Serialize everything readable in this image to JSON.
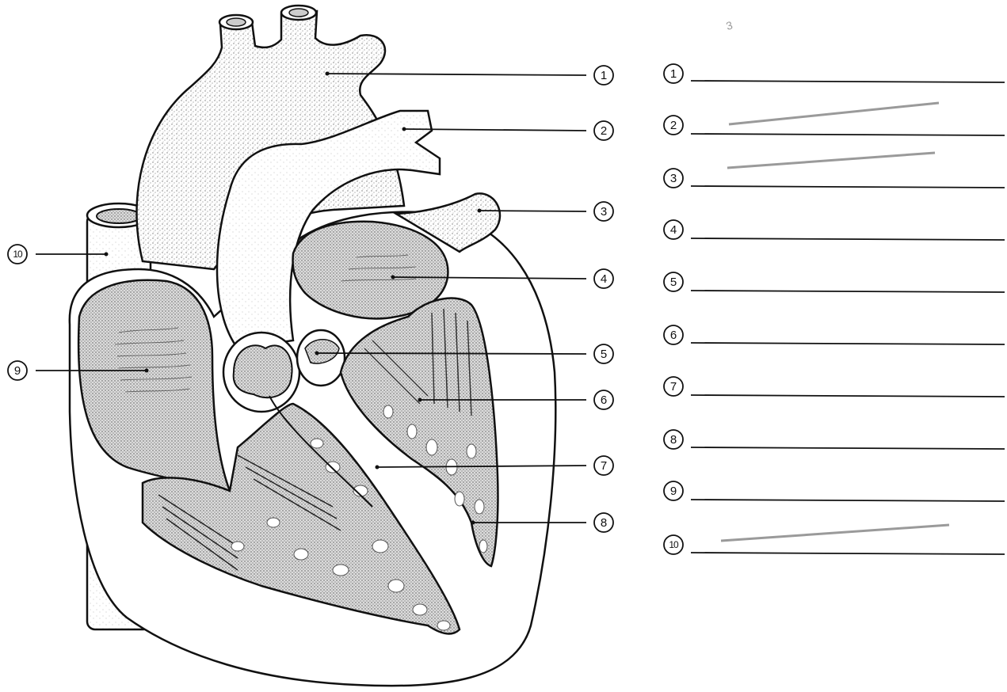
{
  "diagram": {
    "callouts": [
      {
        "number": "1"
      },
      {
        "number": "2"
      },
      {
        "number": "3"
      },
      {
        "number": "4"
      },
      {
        "number": "5"
      },
      {
        "number": "6"
      },
      {
        "number": "7"
      },
      {
        "number": "8"
      },
      {
        "number": "9"
      },
      {
        "number": "10"
      }
    ],
    "answer_key": [
      {
        "number": "1"
      },
      {
        "number": "2"
      },
      {
        "number": "3"
      },
      {
        "number": "4"
      },
      {
        "number": "5"
      },
      {
        "number": "6"
      },
      {
        "number": "7"
      },
      {
        "number": "8"
      },
      {
        "number": "9"
      },
      {
        "number": "10"
      }
    ],
    "stray_mark": "3",
    "colors": {
      "ink": "#111111",
      "stipple": "#8a8a8a",
      "pencil": "#9a9a9a",
      "paper": "#ffffff"
    }
  }
}
